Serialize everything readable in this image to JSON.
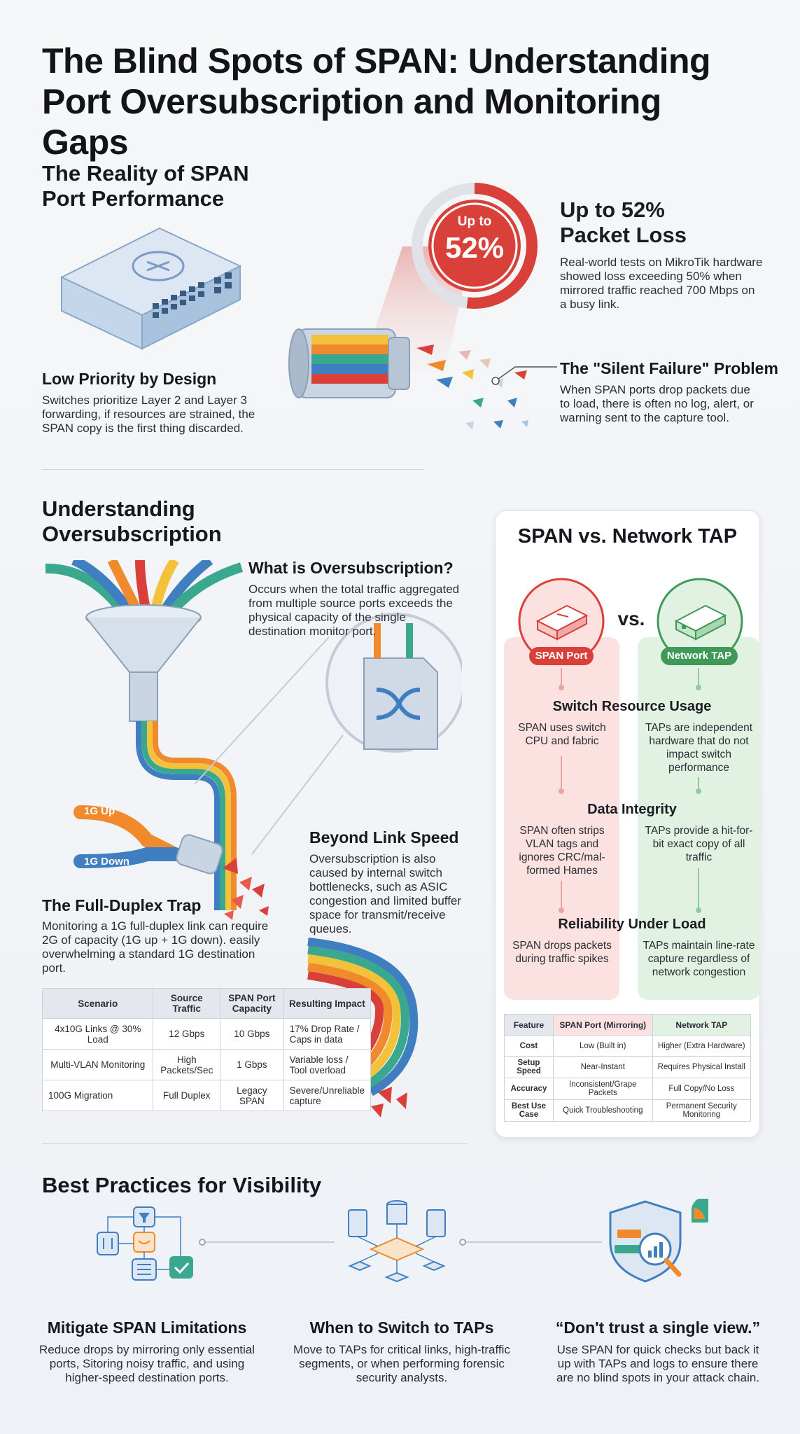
{
  "title": "The Blind Spots of SPAN: Understanding Port Oversubscription and Monitoring Gaps",
  "reality": {
    "heading": "The Reality of SPAN Port Performance",
    "low_priority": {
      "heading": "Low Priority by Design",
      "text": "Switches prioritize Layer 2 and Layer 3 forwarding, if resources are strained, the SPAN copy is the first thing discarded."
    },
    "gauge": {
      "prefix": "Up to",
      "value": "52%",
      "fraction": 0.52
    },
    "loss": {
      "heading": "Up to 52% Packet Loss",
      "text": "Real-world tests on MikroTik hardware showed loss exceeding 50% when mirrored traffic reached 700 Mbps on a busy link."
    },
    "silent": {
      "heading": "The \"Silent Failure\" Problem",
      "text": "When SPAN ports drop packets due to load, there is often no log, alert, or warning sent to the capture tool."
    }
  },
  "oversub": {
    "heading": "Understanding Oversubscription",
    "what": {
      "heading": "What is Oversubscription?",
      "text": "Occurs when the total traffic aggregated from multiple source ports exceeds the physical capacity of the single destination monitor port."
    },
    "beyond": {
      "heading": "Beyond Link Speed",
      "text": "Oversubscription is also caused by internal switch bottlenecks, such as ASIC congestion and limited buffer space for transmit/receive queues."
    },
    "duplex": {
      "heading": "The Full-Duplex Trap",
      "text": "Monitoring a 1G full-duplex link can require 2G of capacity (1G up + 1G down). easily overwhelming a standard 1G destination port.",
      "up_label": "1G Up",
      "down_label": "1G Down"
    },
    "table": {
      "headers": [
        "Scenario",
        "Source Traffic",
        "SPAN Port Capacity",
        "Resulting Impact"
      ],
      "rows": [
        [
          "4x10G Links @ 30% Load",
          "12 Gbps",
          "10 Gbps",
          "17% Drop Rate / Caps in data"
        ],
        [
          "Multi-VLAN Monitoring",
          "High Packets/Sec",
          "1 Gbps",
          "Variable loss / Tool overload"
        ],
        [
          "100G Migration",
          "Full Duplex",
          "Legacy SPAN",
          "Severe/Unreliable capture"
        ]
      ]
    }
  },
  "compare": {
    "heading": "SPAN vs. Network TAP",
    "vs": "vs.",
    "span_label": "SPAN Port",
    "tap_label": "Network TAP",
    "rows": [
      {
        "heading": "Switch Resource Usage",
        "span": "SPAN uses switch CPU and fabric",
        "tap": "TAPs are independent hardware that do not impact switch performance"
      },
      {
        "heading": "Data Integrity",
        "span": "SPAN often strips VLAN tags and ignores CRC/mal-formed Hames",
        "tap": "TAPs provide a hit-for-bit exact copy of all traffic"
      },
      {
        "heading": "Reliability Under Load",
        "span": "SPAN drops packets during traffic spikes",
        "tap": "TAPs maintain line-rate capture regardless of network congestion"
      }
    ],
    "table": {
      "headers": [
        "Feature",
        "SPAN Port (Mirroring)",
        "Network TAP"
      ],
      "rows": [
        [
          "Cost",
          "Low (Built in)",
          "Higher (Extra Hardware)"
        ],
        [
          "Setup Speed",
          "Near-Instant",
          "Requires Physical Install"
        ],
        [
          "Accuracy",
          "Inconsistent/Grape Packets",
          "Full Copy/No Loss"
        ],
        [
          "Best Use Case",
          "Quick Troubleshooting",
          "Permanent Security Monitoring"
        ]
      ]
    }
  },
  "best": {
    "heading": "Best Practices for Visibility",
    "items": [
      {
        "heading": "Mitigate SPAN Limitations",
        "text": "Reduce drops by mirroring only essential ports, Sitoring noisy traffic, and using higher-speed destination ports."
      },
      {
        "heading": "When to Switch to TAPs",
        "text": "Move to TAPs for critical links, high-traffic segments, or when performing forensic security analysts."
      },
      {
        "heading": "“Don't trust a single view.”",
        "text": "Use SPAN for quick checks but back it up with TAPs and logs to ensure there are no blind spots in your attack chain."
      }
    ]
  },
  "colors": {
    "red": "#d9403a",
    "green": "#3f9a5a",
    "blue": "#3f7fc1",
    "orange": "#f08a2c",
    "yellow": "#f4c23a",
    "teal": "#3aa78f"
  }
}
